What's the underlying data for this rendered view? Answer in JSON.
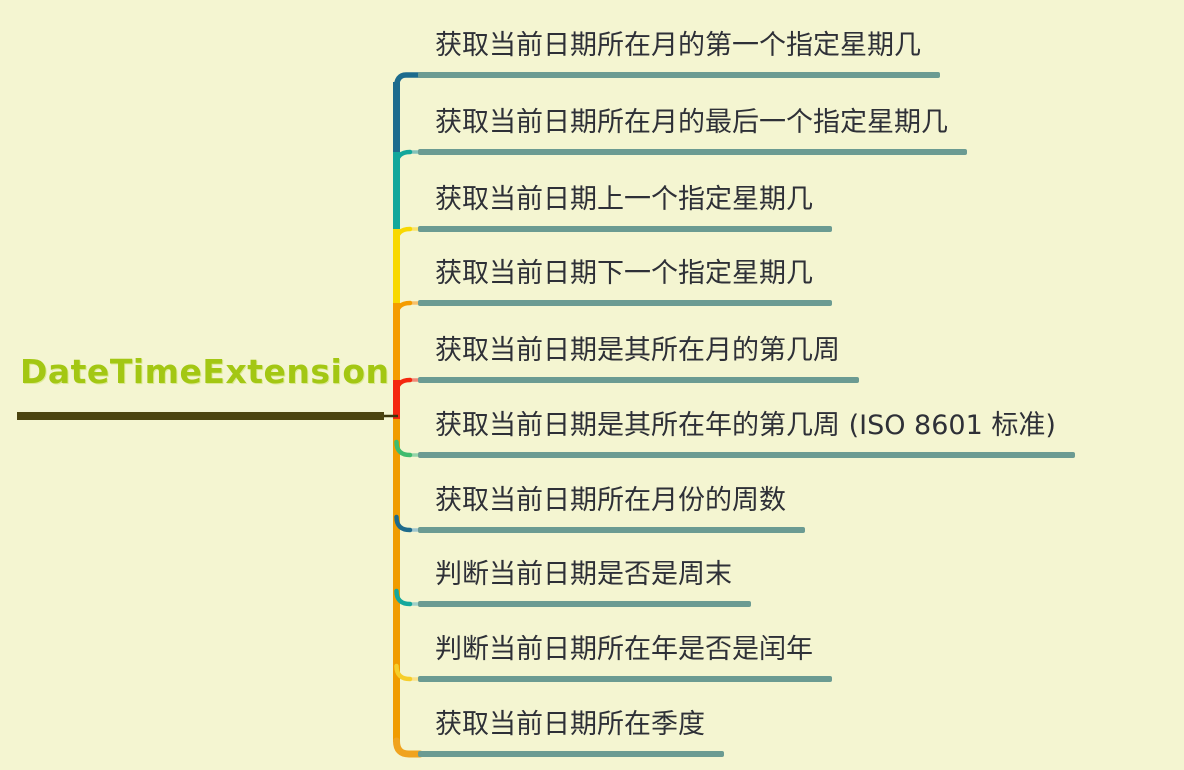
{
  "root": {
    "label": "DateTimeExtension",
    "label_color": "#a3c713",
    "underline_color": "#4b4410"
  },
  "colors": {
    "background": "#f4f5d1",
    "topic_text": "#2e3037",
    "topic_underline": "#6b9b92",
    "root_connector": "#3b360c",
    "spine_lower": "#f09c00"
  },
  "spine_segment_colors": [
    "#1c6b8d",
    "#12a79b",
    "#f8d800",
    "#f49c00",
    "#f4270f",
    "#f09c00"
  ],
  "branches": [
    {
      "label": "获取当前日期所在月的第一个指定星期几",
      "line_color": "#1c6b8d",
      "stub_color": "#7ea8b8"
    },
    {
      "label": "获取当前日期所在月的最后一个指定星期几",
      "line_color": "#12a79b",
      "stub_color": "#84c2ba"
    },
    {
      "label": "获取当前日期上一个指定星期几",
      "line_color": "#f8d800",
      "stub_color": "#fae36b"
    },
    {
      "label": "获取当前日期下一个指定星期几",
      "line_color": "#f49c00",
      "stub_color": "#f7c06a"
    },
    {
      "label": "获取当前日期是其所在月的第几周",
      "line_color": "#f4270f",
      "stub_color": "#ef8a78"
    },
    {
      "label": "获取当前日期是其所在年的第几周 (ISO 8601 标准)",
      "line_color": "#3fbb6e",
      "stub_color": "#93d4a8"
    },
    {
      "label": "获取当前日期所在月份的周数",
      "line_color": "#1e6b8c",
      "stub_color": "#9fc6cd"
    },
    {
      "label": "判断当前日期是否是周末",
      "line_color": "#14a79c",
      "stub_color": "#9fd0c8"
    },
    {
      "label": "判断当前日期所在年是否是闰年",
      "line_color": "#f6ce2b",
      "stub_color": "#fae28a"
    },
    {
      "label": "获取当前日期所在季度",
      "line_color": "#f0a31f",
      "stub_color": "#f6c06d"
    }
  ]
}
